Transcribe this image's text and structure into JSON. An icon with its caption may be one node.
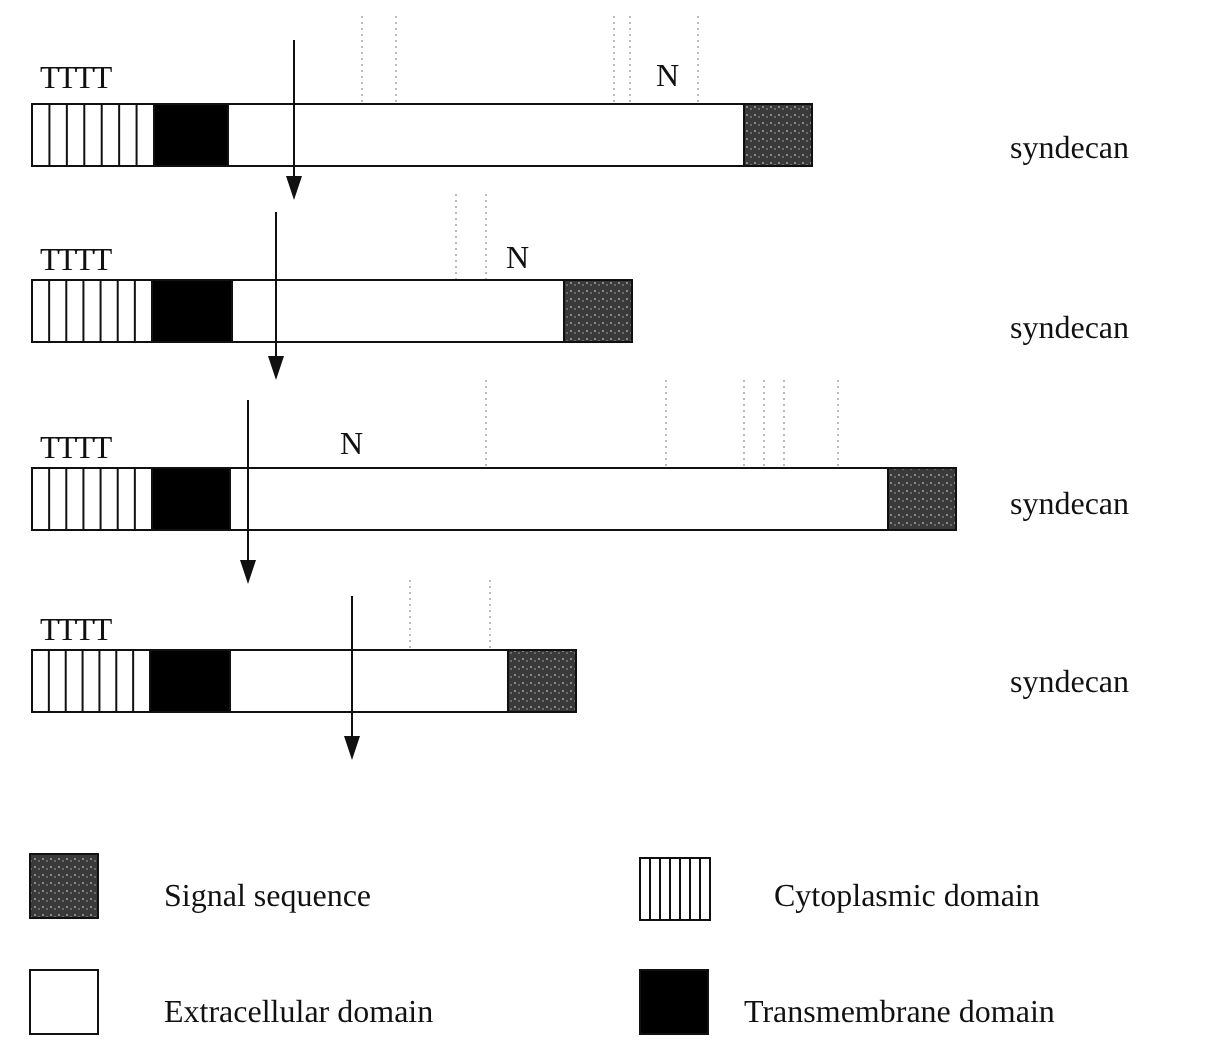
{
  "diagram": {
    "labels": [
      "TTTT",
      "N",
      "syndecan",
      "TTTT",
      "N",
      "syndecan",
      "TTTT",
      "N",
      "syndecan",
      "TTTT",
      "syndecan"
    ],
    "legend": [
      {
        "text": "Signal sequence",
        "color": "#3a3a3a"
      },
      {
        "text": "Cytoplasmic domain"
      },
      {
        "text": "Extracellular domain",
        "color": "#ffffff"
      },
      {
        "text": "Transmembrane domain",
        "color": "#000000"
      }
    ]
  }
}
